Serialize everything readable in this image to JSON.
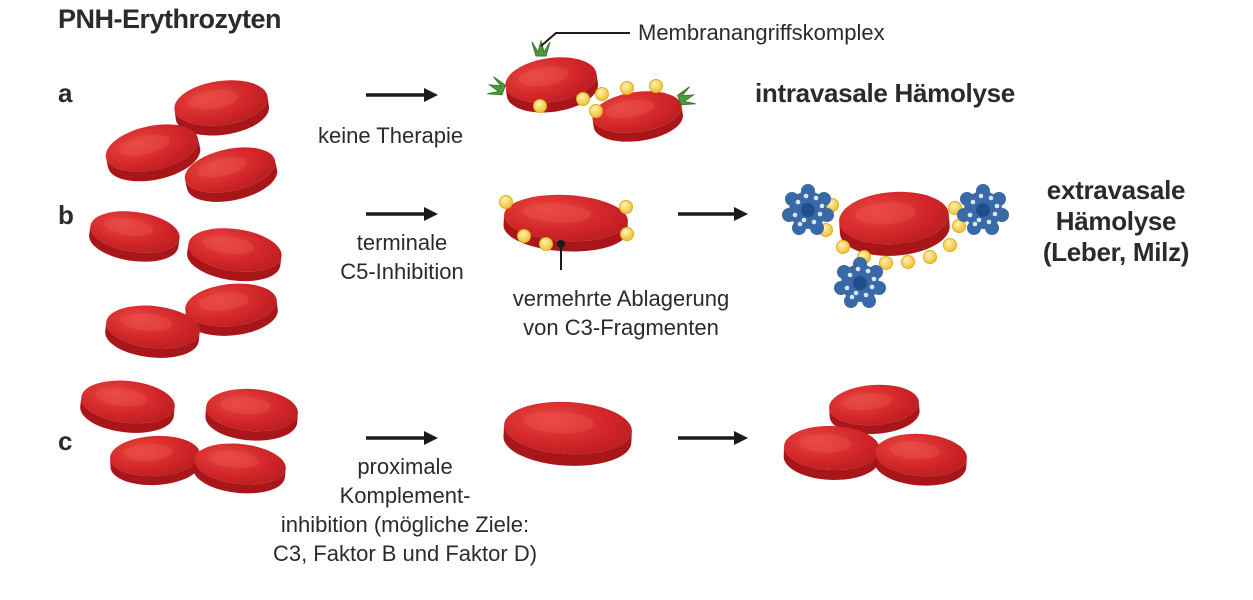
{
  "title": "PNH-Erythrozyten",
  "rows": [
    {
      "label": "a",
      "caption": [
        "keine Therapie"
      ],
      "result": [
        "intravasale Hämolyse"
      ]
    },
    {
      "label": "b",
      "caption": [
        "terminale",
        "C5-Inhibition"
      ],
      "result": [
        "extravasale",
        "Hämolyse",
        "(Leber, Milz)"
      ]
    },
    {
      "label": "c",
      "caption": [
        "proximale",
        "Komplement-",
        "inhibition (mögliche Ziele:",
        "C3, Faktor B und Faktor D)"
      ],
      "result": []
    }
  ],
  "annotations": {
    "mac": "Membranangriffskomplex",
    "c3": [
      "vermehrte Ablagerung",
      "von C3-Fragmenten"
    ]
  },
  "colors": {
    "cell_top": "#d3262a",
    "cell_side": "#a8161a",
    "c3_fragment": "#f5d04a",
    "mac": "#4f9a3c",
    "macrophage": "#3a69a8",
    "text": "#2b2b2b"
  }
}
